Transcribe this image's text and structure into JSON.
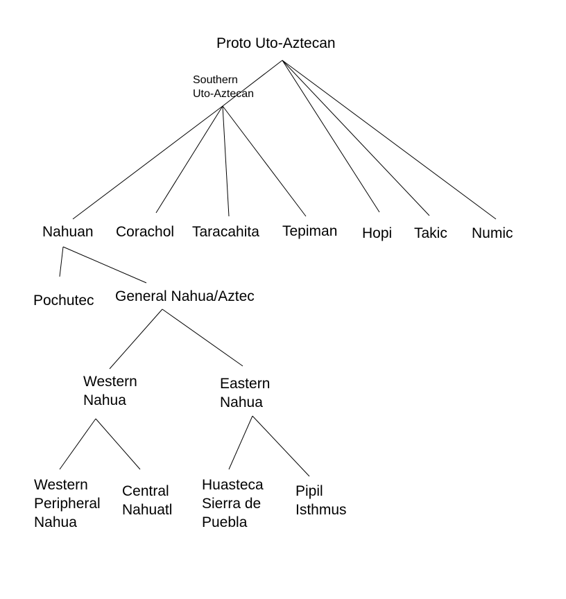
{
  "diagram": {
    "title": "Uto-Aztecan language family tree",
    "line_color": "#000000",
    "nodes": [
      {
        "id": "proto",
        "label": "Proto Uto-Aztecan"
      },
      {
        "id": "southern",
        "label": "Southern\nUto-Aztecan"
      },
      {
        "id": "nahuan",
        "label": "Nahuan"
      },
      {
        "id": "corachol",
        "label": "Corachol"
      },
      {
        "id": "taracahita",
        "label": "Taracahita"
      },
      {
        "id": "tepiman",
        "label": "Tepiman"
      },
      {
        "id": "hopi",
        "label": "Hopi"
      },
      {
        "id": "takic",
        "label": "Takic"
      },
      {
        "id": "numic",
        "label": "Numic"
      },
      {
        "id": "pochutec",
        "label": "Pochutec"
      },
      {
        "id": "general",
        "label": "General Nahua/Aztec"
      },
      {
        "id": "western",
        "label": "Western\nNahua"
      },
      {
        "id": "eastern",
        "label": "Eastern\nNahua"
      },
      {
        "id": "wpn",
        "label": "Western\nPeripheral\nNahua"
      },
      {
        "id": "central",
        "label": "Central\nNahuatl"
      },
      {
        "id": "huasteca",
        "label": "Huasteca\nSierra de\nPuebla"
      },
      {
        "id": "pipil",
        "label": "Pipil\nIsthmus"
      }
    ],
    "edges": [
      {
        "from": "proto",
        "to": "southern"
      },
      {
        "from": "proto",
        "to": "hopi"
      },
      {
        "from": "proto",
        "to": "takic"
      },
      {
        "from": "proto",
        "to": "numic"
      },
      {
        "from": "southern",
        "to": "nahuan"
      },
      {
        "from": "southern",
        "to": "corachol"
      },
      {
        "from": "southern",
        "to": "taracahita"
      },
      {
        "from": "southern",
        "to": "tepiman"
      },
      {
        "from": "nahuan",
        "to": "pochutec"
      },
      {
        "from": "nahuan",
        "to": "general"
      },
      {
        "from": "general",
        "to": "western"
      },
      {
        "from": "general",
        "to": "eastern"
      },
      {
        "from": "western",
        "to": "wpn"
      },
      {
        "from": "western",
        "to": "central"
      },
      {
        "from": "eastern",
        "to": "huasteca"
      },
      {
        "from": "eastern",
        "to": "pipil"
      }
    ]
  }
}
